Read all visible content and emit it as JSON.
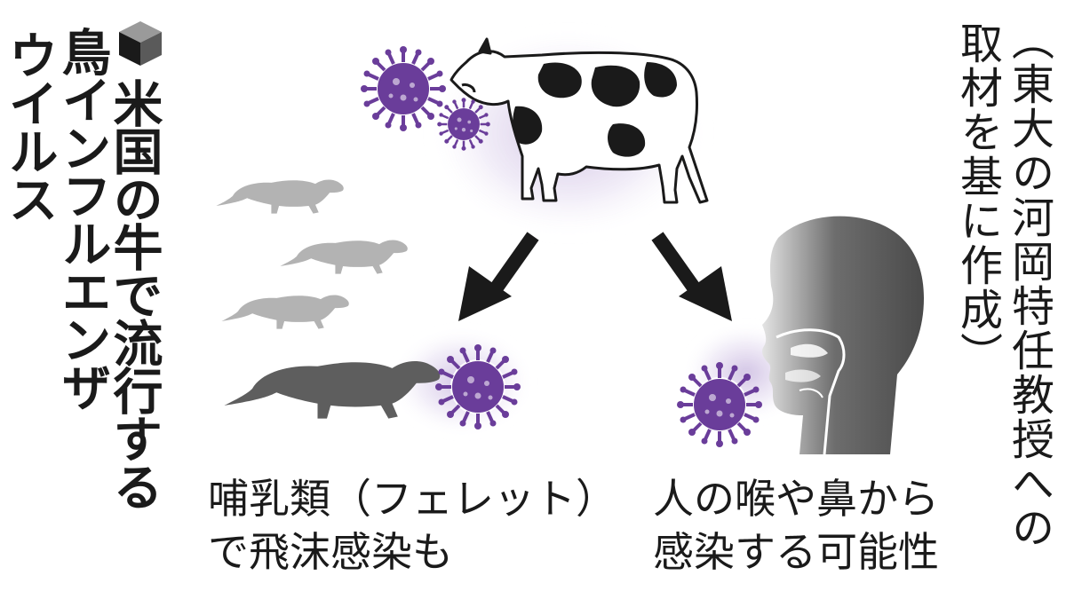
{
  "title": {
    "lines": [
      "米国の牛で流行する",
      "鳥インフルエンザ",
      "ウイルス"
    ]
  },
  "source": {
    "lines": [
      "（東大の河岡特任教授への",
      "取材を基に作成）"
    ]
  },
  "captions": {
    "mammal": [
      "哺乳類（フェレット）",
      "で飛沫感染も"
    ],
    "human": [
      "人の喉や鼻から",
      "感染する可能性"
    ]
  },
  "icons": {
    "title_mark": "cube-icon",
    "virus": "virus-icon",
    "arrow": "arrow-icon"
  },
  "colors": {
    "virus": "#6a3d9a",
    "glow": "#b9a3d6",
    "animal_gray": "#5e5e5e",
    "ferret_light": "#b3b3b3"
  }
}
